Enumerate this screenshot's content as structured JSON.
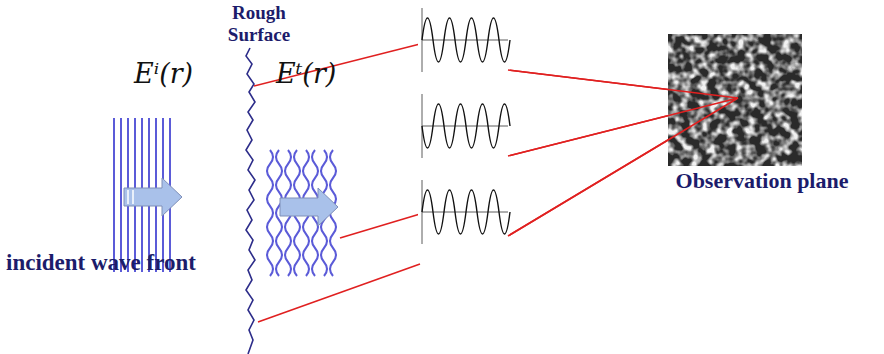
{
  "diagram": {
    "labels": [
      "Rough Surface",
      "Eⁱ(r)",
      "Eᵗ(r)",
      "incident wave front",
      "Observation plane"
    ]
  }
}
